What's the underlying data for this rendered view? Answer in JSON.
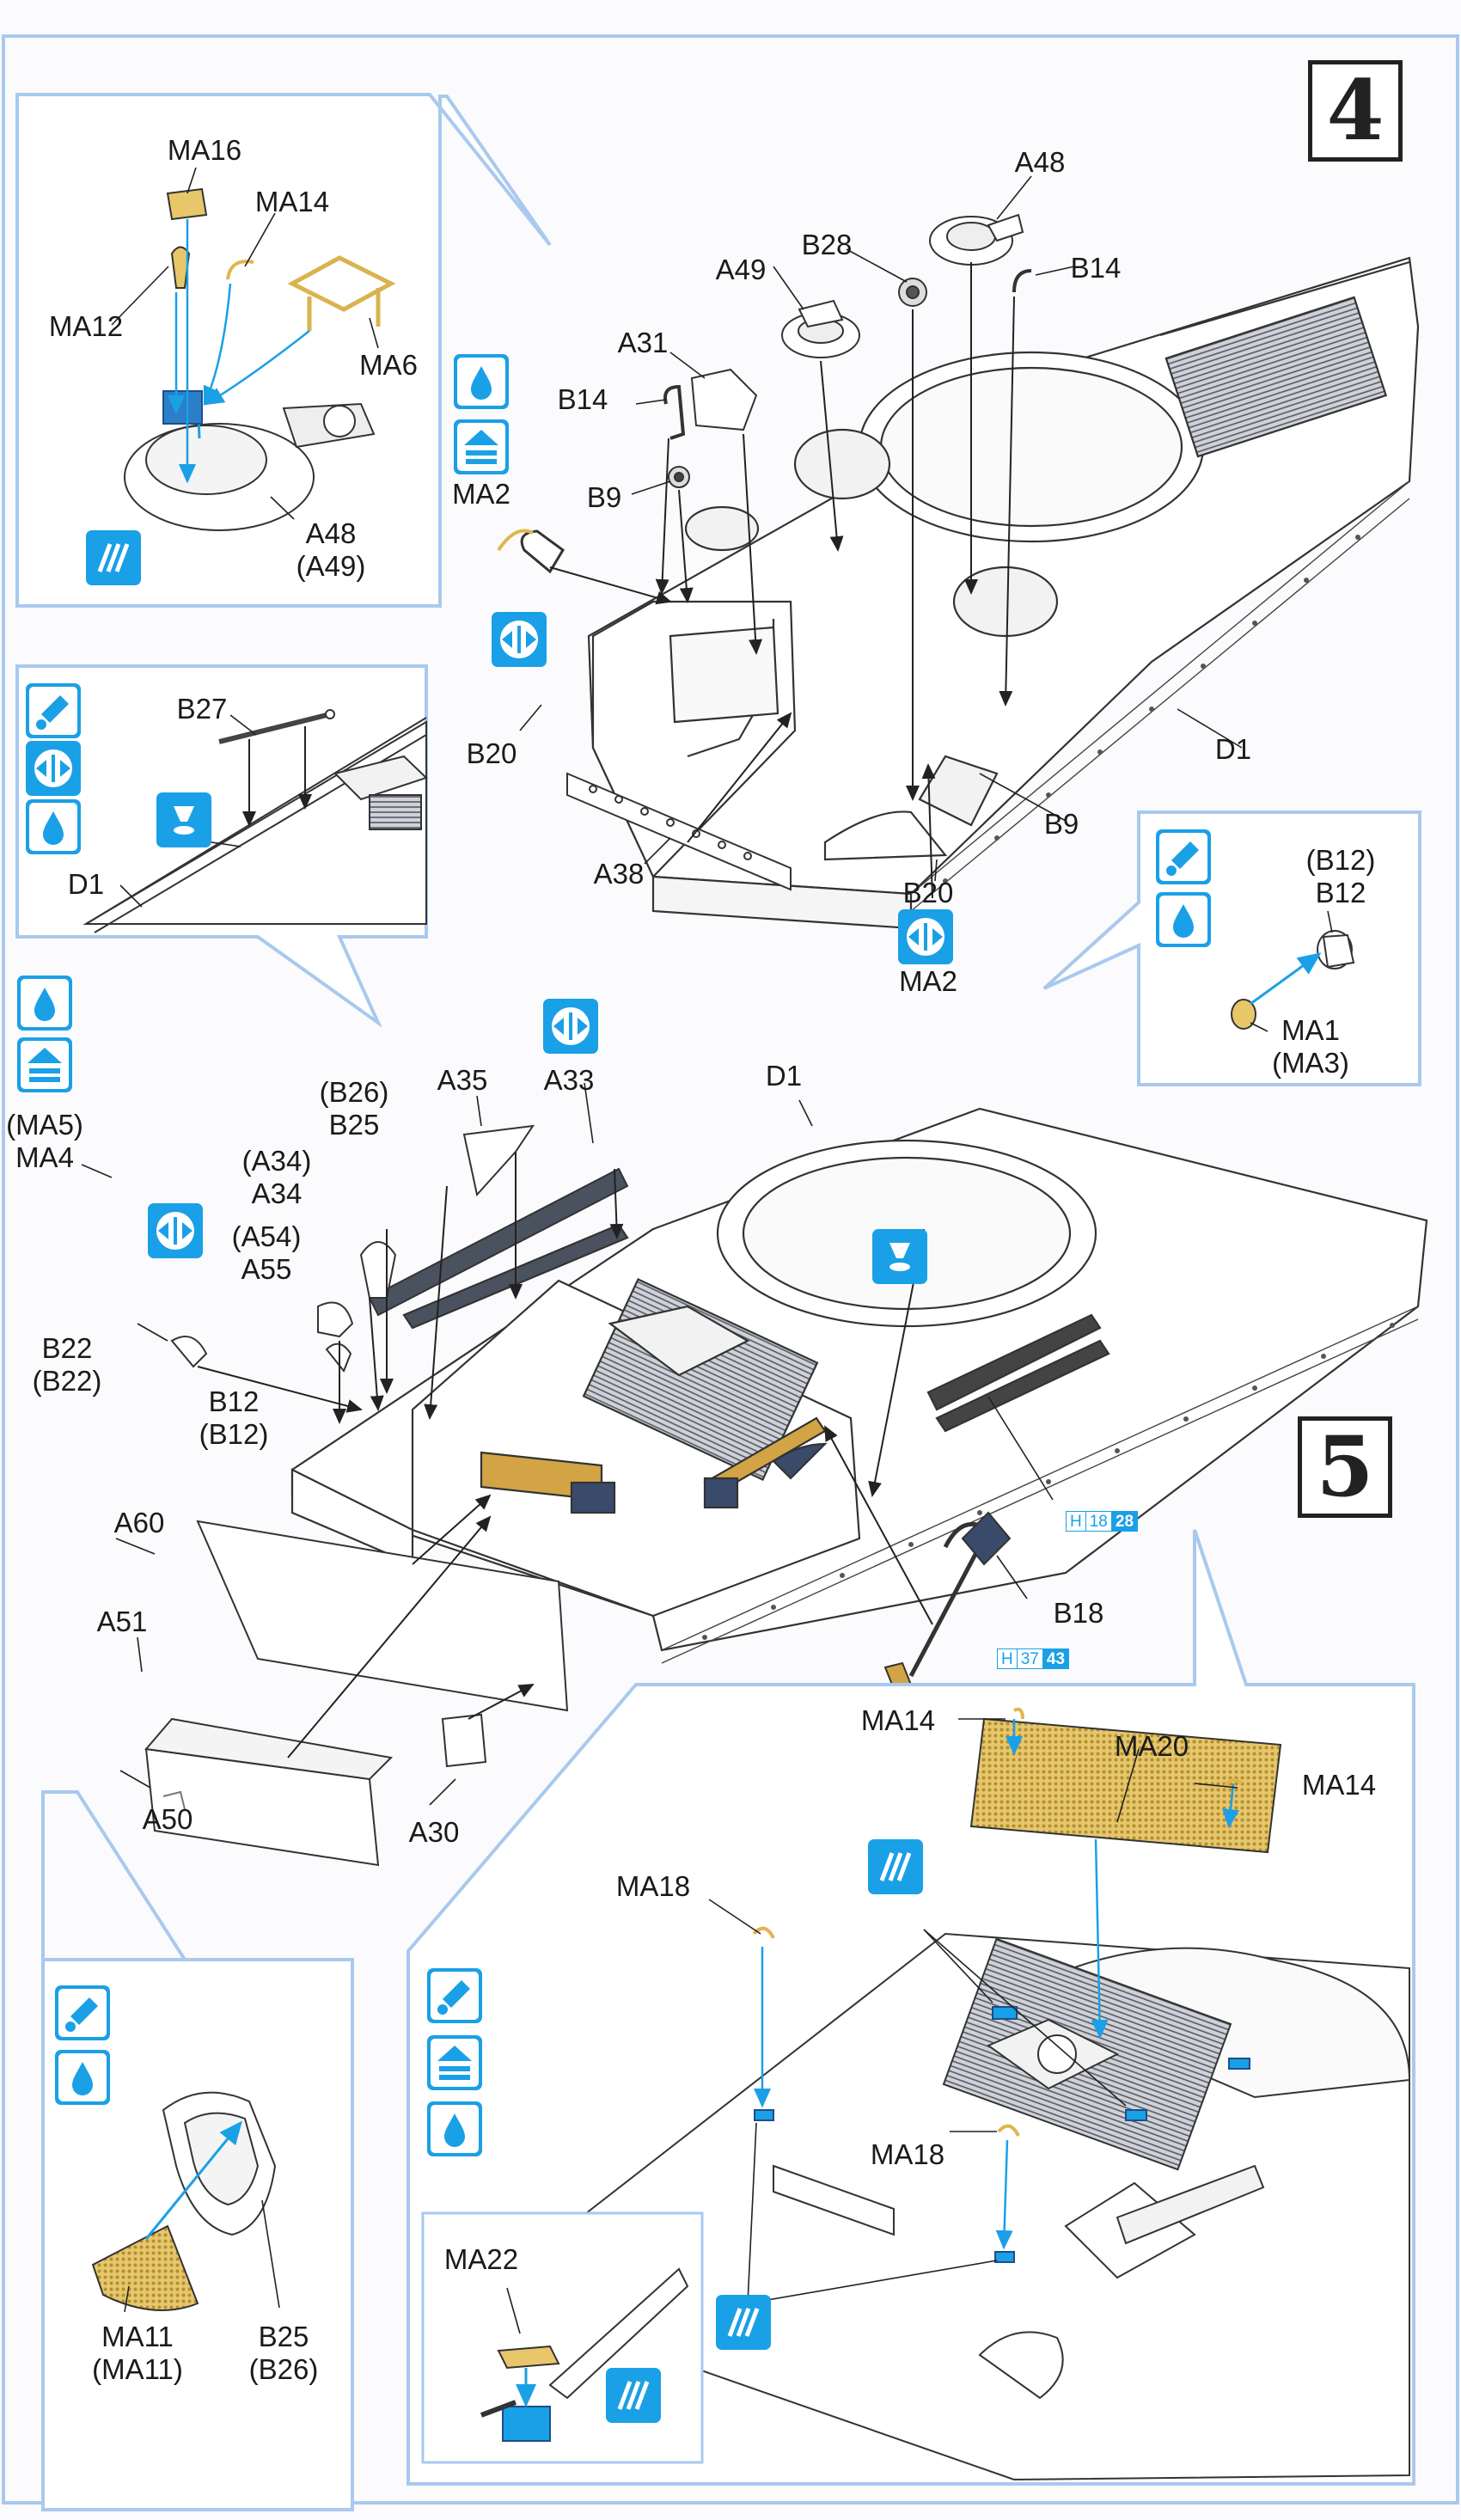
{
  "steps": {
    "four": "4",
    "five": "5"
  },
  "colors": {
    "accent": "#1aa0e6",
    "brass": "#e8c76a",
    "frame": "#a9c9ee",
    "line": "#222222"
  },
  "icons": {
    "drop": "paint-drop-icon",
    "glue": "glue-icon",
    "bend": "bend-icon",
    "flip": "flip-direction-icon",
    "etch": "photo-etch-icon",
    "cut": "cut-icon"
  },
  "labels": {
    "step4": {
      "ma16": "MA16",
      "ma14": "MA14",
      "ma12": "MA12",
      "ma6": "MA6",
      "a48_inset": "A48",
      "a49_inset": "(A49)",
      "a48": "A48",
      "b28": "B28",
      "b14_top": "B14",
      "a49": "A49",
      "a31": "A31",
      "b14_left": "B14",
      "b9_left": "B9",
      "ma2_left": "MA2",
      "b20_left": "B20",
      "a38": "A38",
      "d1": "D1",
      "b9_right": "B9",
      "b20_bottom": "B20",
      "ma2_bottom": "MA2",
      "b27": "B27",
      "d1_inset": "D1",
      "b12_paren": "(B12)",
      "b12": "B12",
      "ma1": "MA1",
      "ma3": "(MA3)"
    },
    "step5": {
      "ma5": "(MA5)",
      "ma4": "MA4",
      "b26_paren": "(B26)",
      "b25": "B25",
      "a35": "A35",
      "a33": "A33",
      "a34_paren": "(A34)",
      "a34": "A34",
      "a54_paren": "(A54)",
      "a55": "A55",
      "d1": "D1",
      "b22": "B22",
      "b22_paren": "(B22)",
      "b12": "B12",
      "b12_paren": "(B12)",
      "a60": "A60",
      "a51": "A51",
      "a50": "A50",
      "a30": "A30",
      "b18": "B18",
      "ma14_left": "MA14",
      "ma20": "MA20",
      "ma14_right": "MA14",
      "ma18_top": "MA18",
      "ma18_mid": "MA18",
      "ma22": "MA22",
      "ma11": "MA11",
      "ma11_paren": "(MA11)",
      "b25_inset": "B25",
      "b26_inset": "(B26)"
    }
  },
  "references": {
    "ref1": {
      "h": "H",
      "a": "18",
      "b": "28"
    },
    "ref2": {
      "h": "H",
      "a": "37",
      "b": "43"
    }
  }
}
